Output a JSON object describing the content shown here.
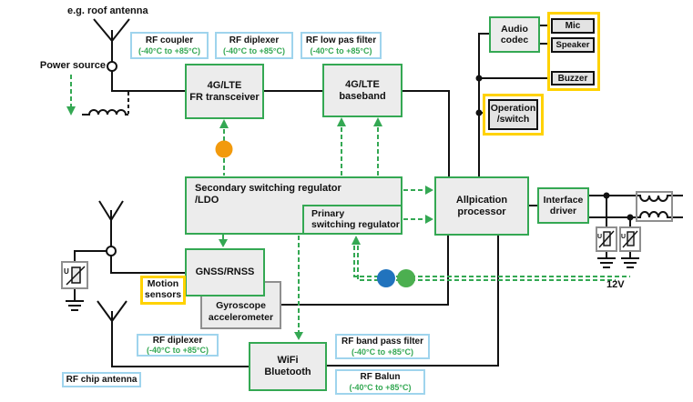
{
  "colors": {
    "accent_green": "#34a853",
    "label_blue": "#9fd4ed",
    "highlight_yellow": "#ffd200",
    "dot_orange": "#f29a0d",
    "dot_blue": "#2173bd",
    "dot_green": "#4caf50"
  },
  "labels": {
    "roof_antenna": "e.g. roof antenna",
    "power_source": "Power source",
    "supply": "12V",
    "varistor": "U"
  },
  "rf": {
    "coupler": {
      "name": "RF coupler",
      "temp": "(-40°C to +85°C)"
    },
    "diplexer_top": {
      "name": "RF diplexer",
      "temp": "(-40°C to +85°C)"
    },
    "low_pass": {
      "name": "RF low pas filter",
      "temp": "(-40°C to +85°C)"
    },
    "diplexer_bottom": {
      "name": "RF diplexer",
      "temp": "(-40°C to +85°C)"
    },
    "band_pass": {
      "name": "RF band pass filter",
      "temp": "(-40°C to +85°C)"
    },
    "balun": {
      "name": "RF Balun",
      "temp": "(-40°C to +85°C)"
    },
    "chip_antenna": {
      "name": "RF chip antenna"
    }
  },
  "blocks": {
    "transceiver": {
      "line1": "4G/LTE",
      "line2": "FR transceiver"
    },
    "baseband": {
      "line1": "4G/LTE",
      "line2": "baseband"
    },
    "audio_codec": {
      "line1": "Audio",
      "line2": "codec"
    },
    "mic": "Mic",
    "speaker": "Speaker",
    "buzzer": "Buzzer",
    "operation_switch": {
      "line1": "Operation",
      "line2": "/switch"
    },
    "secondary_regulator": {
      "line1": "Secondary switching regulator",
      "line2": "/LDO"
    },
    "primary_regulator": {
      "line1": "Prinary",
      "line2": "switching regulator"
    },
    "processor": {
      "line1": "Allpication",
      "line2": "processor"
    },
    "interface_driver": {
      "line1": "Interface",
      "line2": "driver"
    },
    "gnss": "GNSS/RNSS",
    "gyroscope": {
      "line1": "Gyroscope",
      "line2": "accelerometer"
    },
    "motion_sensors": {
      "line1": "Motion",
      "line2": "sensors"
    },
    "wifi": {
      "line1": "WiFi",
      "line2": "Bluetooth"
    }
  }
}
